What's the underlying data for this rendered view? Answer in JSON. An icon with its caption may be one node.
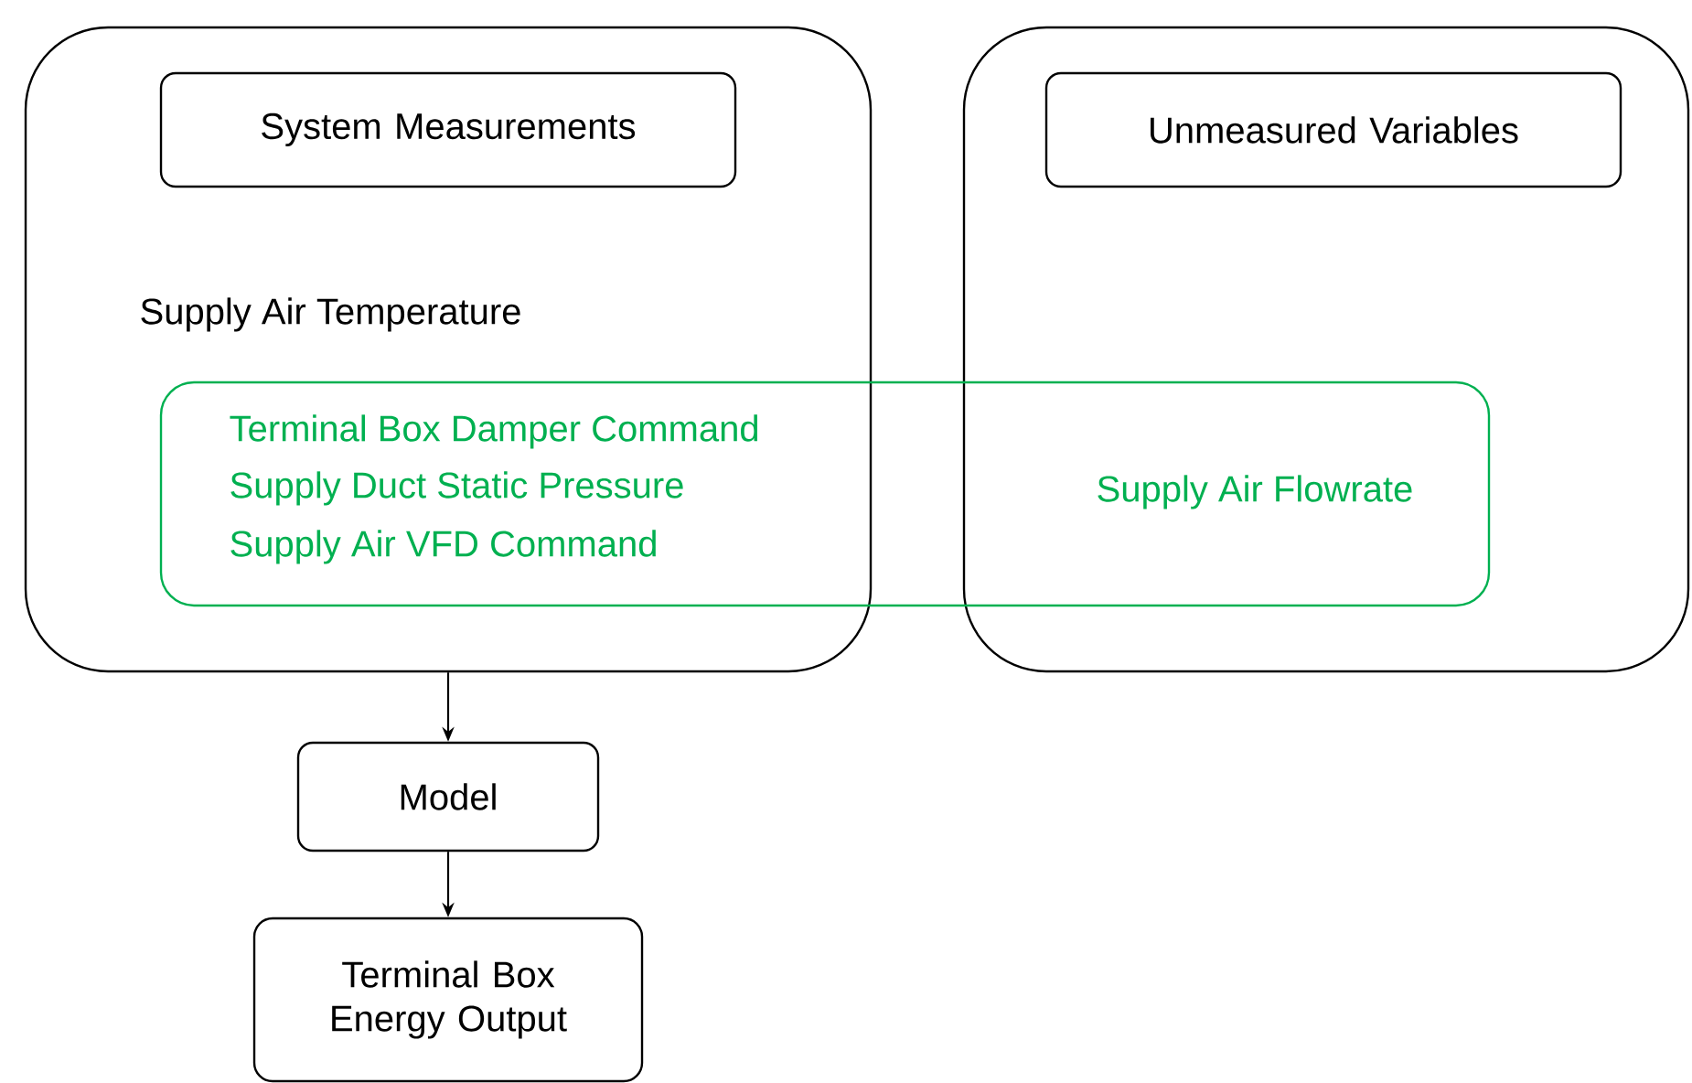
{
  "diagram": {
    "nodes": [
      {
        "text": [],
        "shape": "box"
      },
      {
        "text": [
          "System Measurements"
        ],
        "in": 0
      },
      {
        "text": [],
        "shape": "box"
      },
      {
        "text": [
          "Unmeasured Variables"
        ],
        "in": 2
      },
      {
        "text": [
          "Terminal Box Damper Command",
          "Supply Duct Static Pressure",
          "Supply Air VFD Command",
          "Supply Air Flowrate"
        ]
      },
      {
        "text": [
          "Model"
        ]
      },
      {
        "text": [
          "Terminal Box Energy Output"
        ]
      }
    ],
    "edges": [
      {
        "from": 0,
        "to": 5,
        "arrow": "to"
      },
      {
        "from": 5,
        "to": 6,
        "arrow": "to"
      }
    ],
    "labels": [
      "Supply Air Temperature"
    ]
  }
}
